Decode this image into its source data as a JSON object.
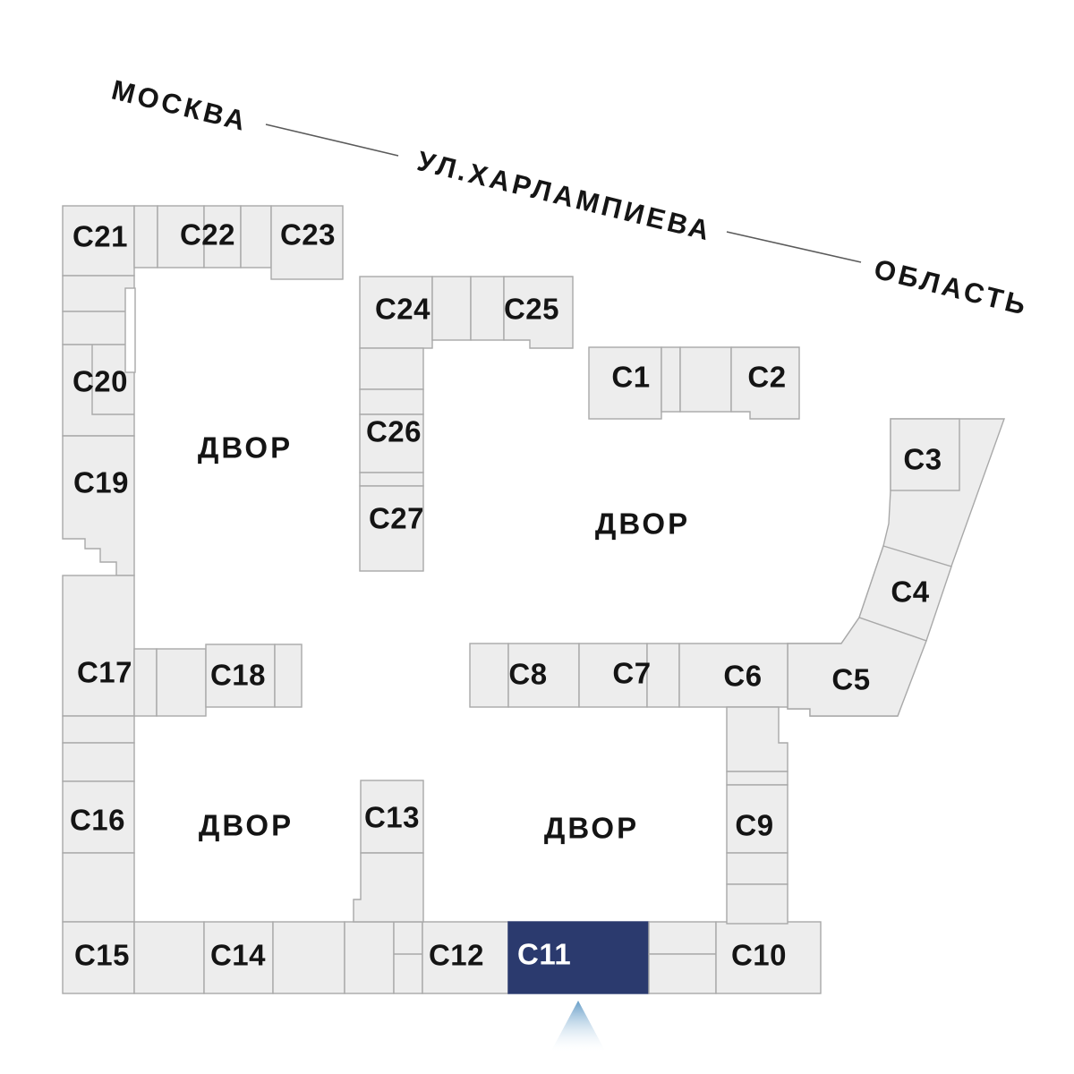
{
  "map": {
    "streets": {
      "left": "МОСКВА",
      "center": "УЛ.ХАРЛАМПИЕВА",
      "right": "ОБЛАСТЬ"
    },
    "courtyard_label": "ДВОР",
    "sections": {
      "c1": "С1",
      "c2": "С2",
      "c3": "С3",
      "c4": "С4",
      "c5": "С5",
      "c6": "С6",
      "c7": "С7",
      "c8": "С8",
      "c9": "С9",
      "c10": "С10",
      "c11": "С11",
      "c12": "С12",
      "c13": "С13",
      "c14": "С14",
      "c15": "С15",
      "c16": "С16",
      "c17": "С17",
      "c18": "С18",
      "c19": "С19",
      "c20": "С20",
      "c21": "С21",
      "c22": "С22",
      "c23": "С23",
      "c24": "С24",
      "c25": "С25",
      "c26": "С26",
      "c27": "С27"
    },
    "selected_section_id": "c11",
    "colors": {
      "building_fill": "#EDEDED",
      "building_stroke": "#A9A9A9",
      "label_color": "#141414",
      "selected_fill": "#2B3A6E",
      "selected_label_color": "#FFFFFF",
      "street_line_color": "#5A5A5A",
      "marker_top": "#649CC7",
      "marker_bottom": "#FDFEFF"
    }
  }
}
